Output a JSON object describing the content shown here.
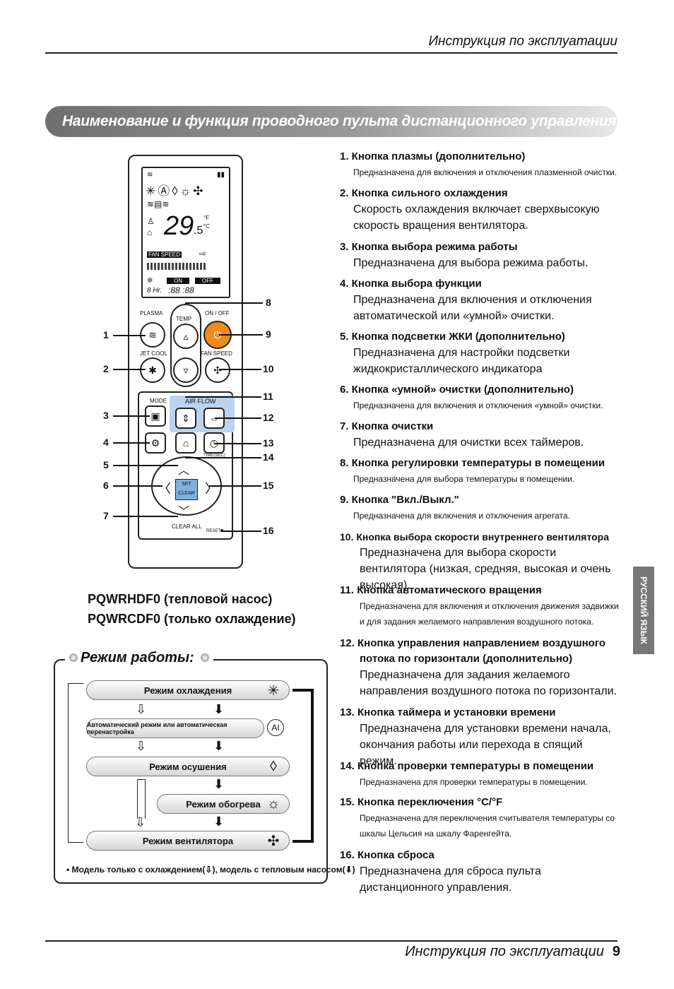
{
  "header": {
    "text": "Инструкция по эксплуатации"
  },
  "banner": {
    "title": "Наименование и функция проводного пульта дистанционного управления (дополнительно)"
  },
  "remote": {
    "lcd": {
      "temperature": "29",
      "decimal": ".5",
      "unit_f": "°F",
      "unit_c": "°C",
      "fan_speed": "FAN SPEED",
      "on": "ON",
      "off": "OFF",
      "timer_hr": "8 Hr."
    },
    "labels": {
      "plasma": "PLASMA",
      "temp": "TEMP",
      "onoff": "ON / OFF",
      "jetcool": "JET COOL",
      "fanspeed": "FAN SPEED",
      "mode": "MODE",
      "airflow": "AIR FLOW",
      "time": "TIME(SEC)",
      "set": "SET",
      "clear": "CLEAR",
      "clearall": "CLEAR ALL",
      "reset": "RESET"
    },
    "callouts_left": [
      "1",
      "2",
      "3",
      "4",
      "5",
      "6",
      "7"
    ],
    "callouts_right": [
      "8",
      "9",
      "10",
      "11",
      "12",
      "13",
      "14",
      "15",
      "16"
    ]
  },
  "models": [
    "PQWRHDF0 (тепловой насос)",
    "PQWRCDF0 (только охлаждение)"
  ],
  "modes": {
    "title": "Режим работы:",
    "items": [
      {
        "label": "Режим охлаждения",
        "icon": "snowflake-icon"
      },
      {
        "label": "Автоматический режим или автоматическая перенастройка",
        "icon": "ai-icon"
      },
      {
        "label": "Режим осушения",
        "icon": "droplet-icon"
      },
      {
        "label": "Режим обогрева",
        "icon": "sun-icon"
      },
      {
        "label": "Режим вентилятора",
        "icon": "fan-icon"
      }
    ],
    "footnote_a": "• Модель только с охлаждением(",
    "footnote_b": "), модель с тепловым насосом(",
    "footnote_c": ")"
  },
  "functions": [
    {
      "title": "1. Кнопка плазмы (дополнительно)",
      "desc": "Предназначена для включения и отключения плазменной очистки."
    },
    {
      "title": "2. Кнопка сильного охлаждения",
      "desc": "Скорость охлаждения включает сверхвысокую скорость вращения вентилятора."
    },
    {
      "title": "3. Кнопка выбора режима работы",
      "desc": "Предназначена для выбора режима работы."
    },
    {
      "title": "4. Кнопка выбора функции",
      "desc": "Предназначена для включения и отключения автоматической или «умной» очистки."
    },
    {
      "title": "5. Кнопка подсветки ЖКИ (дополнительно)",
      "desc": "Предназначена для настройки подсветки жидкокристаллического индикатора"
    },
    {
      "title": "6. Кнопка «умной» очистки (дополнительно)",
      "desc": "Предназначена для включения и отключения «умной» очистки."
    },
    {
      "title": "7. Кнопка очистки",
      "desc": "Предназначена для очистки всех таймеров."
    },
    {
      "title": "8. Кнопка регулировки температуры в помещении",
      "desc": "Предназначена для выбора температуры в помещении."
    },
    {
      "title": "9. Кнопка \"Вкл./Выкл.\"",
      "desc": "Предназначена для включения и отключения агрегата."
    },
    {
      "title": "10. Кнопка выбора скорости внутреннего вентилятора",
      "desc": "Предназначена для выбора скорости вентилятора (низкая, средняя, высокая и очень высокая)."
    },
    {
      "title": "11. Кнопка автоматического вращения",
      "desc": "Предназначена для включения и отключения движения задвижки и для задания желаемого направления воздушного потока."
    },
    {
      "title": "12. Кнопка управления направлением воздушного потока по горизонтали (дополнительно)",
      "desc": "Предназначена для задания желаемого направления воздушного потока по горизонтали."
    },
    {
      "title": "13. Кнопка таймера и установки времени",
      "desc": "Предназначена для установки времени начала, окончания работы или перехода в спящий режим."
    },
    {
      "title": "14. Кнопка проверки температуры в помещении",
      "desc": "Предназначена для проверки температуры в помещении."
    },
    {
      "title": "15. Кнопка переключения °C/°F",
      "desc": "Предназначена для переключения считывателя температуры со шкалы Цельсия на шкалу Фаренгейта."
    },
    {
      "title": "16. Кнопка сброса",
      "desc": "Предназначена для сброса пульта дистанционного управления."
    }
  ],
  "side_tab": "РУССКИЙ ЯЗЫК",
  "footer": {
    "text": "Инструкция по эксплуатации",
    "page": "9"
  }
}
